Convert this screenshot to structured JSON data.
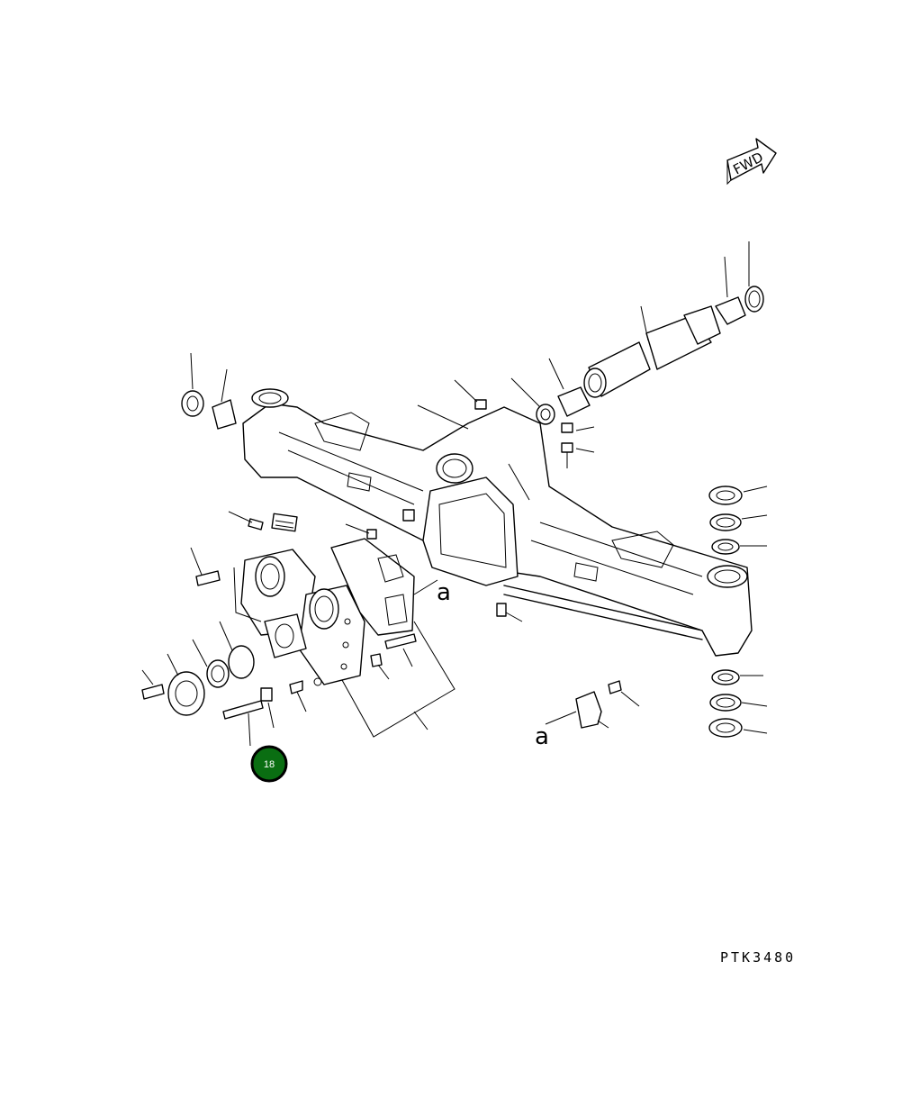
{
  "forward_marker": {
    "label": "FWD",
    "icon": "fwd-arrow-icon"
  },
  "view_ref": {
    "letter": "a"
  },
  "callout": {
    "number": "18",
    "fill_color": "#0a6e12",
    "ring_color": "#000000"
  },
  "drawing_number": "PTK3480"
}
